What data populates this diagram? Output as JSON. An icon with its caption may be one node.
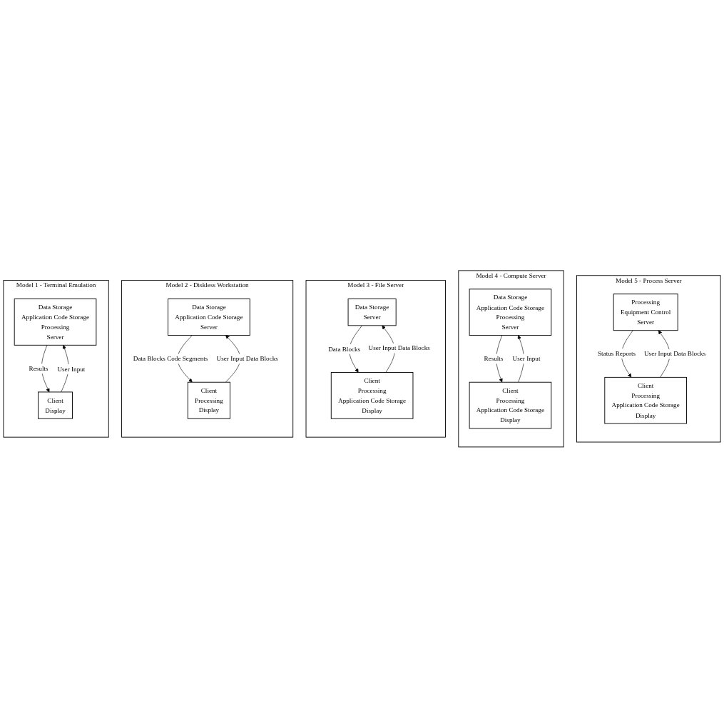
{
  "diagram": {
    "nodes": [
      {
        "text": [],
        "shape": "box",
        "beside": [
          "Model 1 - Terminal Emulation"
        ]
      },
      {
        "text": [
          "Data Storage",
          "Application Code Storage",
          "Processing",
          "Server"
        ],
        "in": 0
      },
      {
        "text": [
          "Client",
          "Display"
        ],
        "in": 0
      },
      {
        "text": [],
        "shape": "box",
        "beside": [
          "Model 2 - Diskless Workstation"
        ]
      },
      {
        "text": [
          "Data Storage",
          "Application Code Storage",
          "Server"
        ],
        "in": 3
      },
      {
        "text": [
          "Client",
          "Processing",
          "Display"
        ],
        "in": 3
      },
      {
        "text": [],
        "shape": "box",
        "beside": [
          "Model 3 - File Server"
        ]
      },
      {
        "text": [
          "Data Storage",
          "Server"
        ],
        "in": 6
      },
      {
        "text": [
          "Client",
          "Processing",
          "Application Code Storage",
          "Display"
        ],
        "in": 6
      },
      {
        "text": [],
        "shape": "box",
        "beside": [
          "Model 4 - Compute Server"
        ]
      },
      {
        "text": [
          "Data Storage",
          "Application Code Storage",
          "Processing",
          "Server"
        ],
        "in": 9
      },
      {
        "text": [
          "Client",
          "Processing",
          "Application Code Storage",
          "Display"
        ],
        "in": 9
      },
      {
        "text": [],
        "shape": "box",
        "beside": [
          "Model 5 - Process Server"
        ]
      },
      {
        "text": [
          "Processing",
          "Equipment Control",
          "Server"
        ],
        "in": 12
      },
      {
        "text": [
          "Client",
          "Processing",
          "Application Code Storage",
          "Display"
        ],
        "in": 12
      }
    ],
    "edges": [
      {
        "from": 1,
        "to": 2,
        "arrow": "to",
        "label": "Results"
      },
      {
        "from": 2,
        "to": 1,
        "arrow": "to",
        "label": "User Input"
      },
      {
        "from": 4,
        "to": 5,
        "arrow": "to",
        "label": "Data Blocks Code Segments"
      },
      {
        "from": 5,
        "to": 4,
        "arrow": "to",
        "label": "User Input Data Blocks"
      },
      {
        "from": 7,
        "to": 8,
        "arrow": "to",
        "label": "Data Blocks"
      },
      {
        "from": 8,
        "to": 7,
        "arrow": "to",
        "label": "User Input Data Blocks"
      },
      {
        "from": 10,
        "to": 11,
        "arrow": "to",
        "label": "Results"
      },
      {
        "from": 11,
        "to": 10,
        "arrow": "to",
        "label": "User Input"
      },
      {
        "from": 13,
        "to": 14,
        "arrow": "to",
        "label": "Status Reports"
      },
      {
        "from": 14,
        "to": 13,
        "arrow": "to",
        "label": "User Input Data Blocks"
      }
    ]
  }
}
